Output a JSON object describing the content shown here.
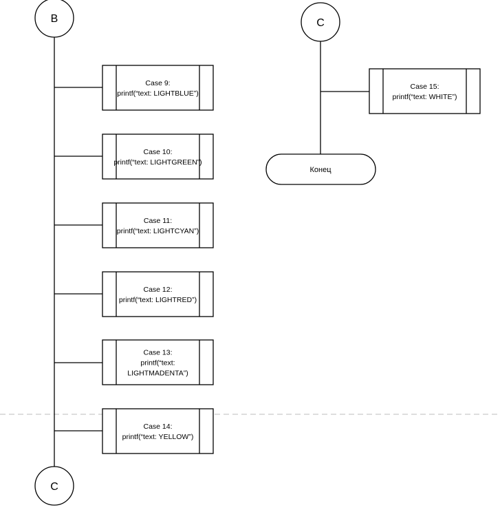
{
  "connectors": {
    "top_b": "B",
    "top_c": "C",
    "bottom_c": "C"
  },
  "terminator": {
    "label": "Конец"
  },
  "cases": [
    {
      "lines": [
        "Case 9:",
        "printf(“text: LIGHTBLUE”)"
      ]
    },
    {
      "lines": [
        "Case 10:",
        "printf(“text: LIGHTGREEN”)"
      ]
    },
    {
      "lines": [
        "Case 11:",
        "printf(“text: LIGHTCYAN”)"
      ]
    },
    {
      "lines": [
        "Case 12:",
        "printf(“text: LIGHTRED”)"
      ]
    },
    {
      "lines": [
        "Case 13:",
        "printf(“text:",
        "LIGHTMADENTA”)"
      ]
    },
    {
      "lines": [
        "Case 14:",
        "printf(“text: YELLOW”)"
      ]
    },
    {
      "lines": [
        "Case 15:",
        "printf(“text: WHITE”)"
      ]
    }
  ]
}
